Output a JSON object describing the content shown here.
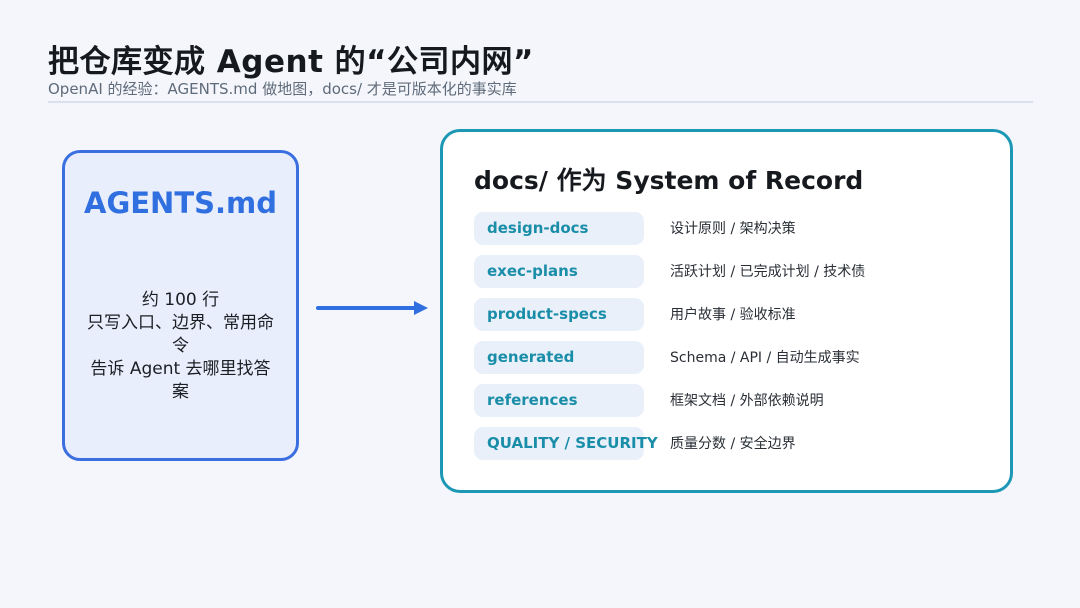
{
  "header": {
    "title": "把仓库变成 Agent 的“公司内网”",
    "subtitle": "OpenAI 的经验：AGENTS.md 做地图，docs/ 才是可版本化的事实库"
  },
  "left_card": {
    "title": "AGENTS.md",
    "lines": [
      "约 100 行",
      "只写入口、边界、常用命令",
      "告诉 Agent 去哪里找答案"
    ]
  },
  "right_card": {
    "title": "docs/ 作为 System of Record",
    "rows": [
      {
        "label": "design-docs",
        "desc": "设计原则 / 架构决策"
      },
      {
        "label": "exec-plans",
        "desc": "活跃计划 / 已完成计划 / 技术债"
      },
      {
        "label": "product-specs",
        "desc": "用户故事 / 验收标准"
      },
      {
        "label": "generated",
        "desc": "Schema / API / 自动生成事实"
      },
      {
        "label": "references",
        "desc": "框架文档 / 外部依赖说明"
      },
      {
        "label": "QUALITY / SECURITY",
        "desc": "质量分数 / 安全边界"
      }
    ]
  },
  "colors": {
    "left_accent": "#3b6fe0",
    "right_accent": "#1c98b5",
    "arrow": "#2f6fe0"
  },
  "icons": {
    "connector": "right-arrow-icon"
  }
}
